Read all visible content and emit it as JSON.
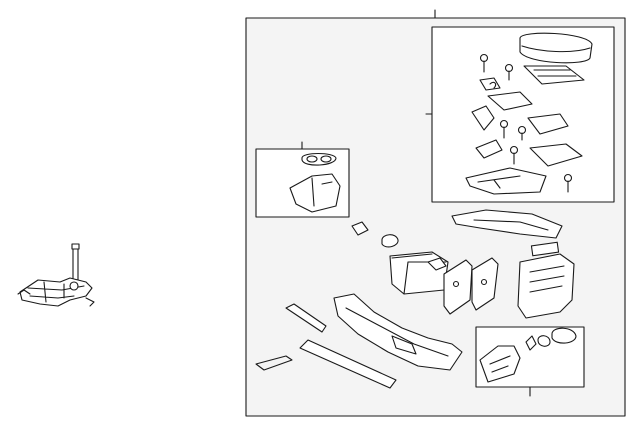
{
  "diagram": {
    "style": "exploded parts line drawing, no printed labels",
    "colors": {
      "background": "#ffffff",
      "main_box_fill": "#f4f4f4",
      "sub_box_fill": "#ffffff",
      "stroke": "#1a1a1a"
    },
    "groups": [
      {
        "id": "shifter-assembly",
        "boxed": false
      },
      {
        "id": "console-assembly",
        "boxed": true
      },
      {
        "id": "armrest-lid-assembly",
        "boxed": true
      },
      {
        "id": "cup-holder-assembly",
        "boxed": true
      },
      {
        "id": "rear-bracket-assembly",
        "boxed": true
      }
    ]
  }
}
